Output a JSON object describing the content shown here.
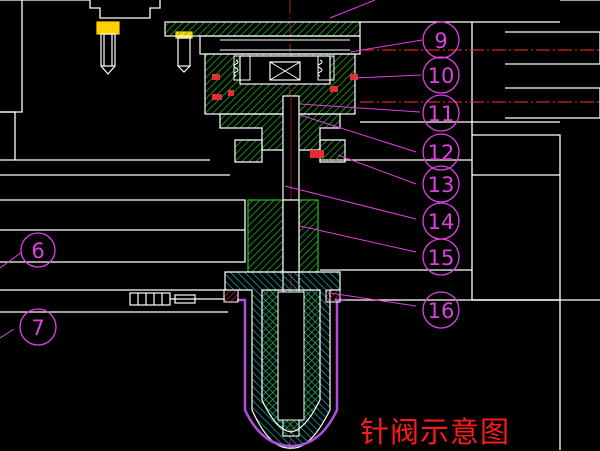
{
  "caption": "针阀示意图",
  "callouts": [
    {
      "id": "6",
      "label": "6"
    },
    {
      "id": "7",
      "label": "7"
    },
    {
      "id": "9",
      "label": "9"
    },
    {
      "id": "10",
      "label": "10"
    },
    {
      "id": "11",
      "label": "11"
    },
    {
      "id": "12",
      "label": "12"
    },
    {
      "id": "13",
      "label": "13"
    },
    {
      "id": "14",
      "label": "14"
    },
    {
      "id": "15",
      "label": "15"
    },
    {
      "id": "16",
      "label": "16"
    }
  ],
  "colors": {
    "background": "#000000",
    "outline": "#ffffff",
    "leader": "#e040e0",
    "centerline": "#ff3030",
    "hatch_green": "#22c022",
    "hatch_cyan": "#20b0b0",
    "hatch_red": "#e03030",
    "purple": "#b050e0",
    "caption": "#ff1a1a"
  }
}
